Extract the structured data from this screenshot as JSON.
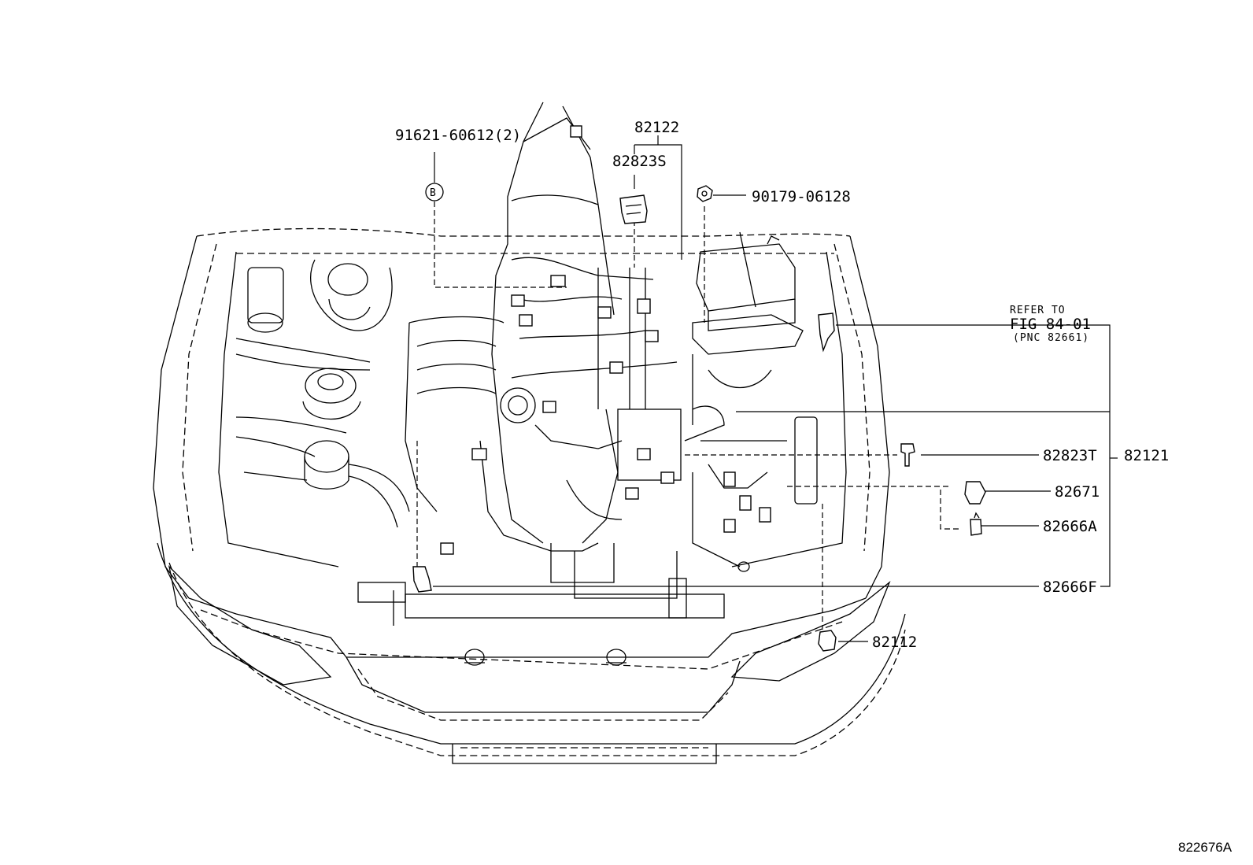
{
  "labels": {
    "p91621": "91621-60612(2)",
    "p82122": "82122",
    "p82823S": "82823S",
    "p90179": "90179-06128",
    "refer_line1": "REFER TO",
    "refer_line2": "FIG 84-01",
    "refer_line3": "(PNC 82661)",
    "p82823T": "82823T",
    "p82121": "82121",
    "p82671": "82671",
    "p82666A": "82666A",
    "p82666F": "82666F",
    "p82112": "82112",
    "callout_b": "B"
  },
  "figure_number": "822676A"
}
